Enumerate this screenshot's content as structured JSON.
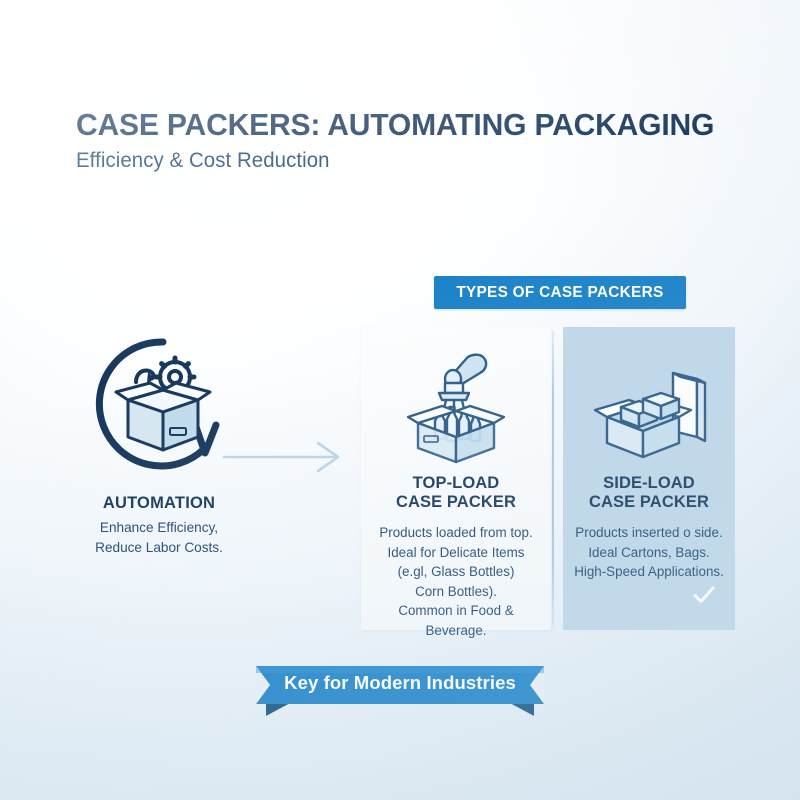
{
  "header": {
    "title": "CASE PACKERS: AUTOMATING PACKAGING",
    "subtitle": "Efficiency & Cost Reduction"
  },
  "types_banner": {
    "label": "TYPES OF CASE PACKERS",
    "color": "#1b82c8"
  },
  "automation": {
    "icon": "box-gear-cycle-icon",
    "label": "AUTOMATION",
    "body_line1": "Enhance Efficiency,",
    "body_line2": "Reduce Labor Costs."
  },
  "flow": {
    "arrow_icon": "right-arrow-icon",
    "arrow_color": "#b8d6ea"
  },
  "cards": [
    {
      "id": "top-load",
      "icon": "robot-arm-bottles-box-icon",
      "heading_line1": "TOP-LOAD",
      "heading_line2": "CASE PACKER",
      "body": [
        "Products loaded from top.",
        "Ideal for Delicate Items",
        "(e.gl, Glass Bottles)",
        "Corn Bottles).",
        "Common in Food & Beverage."
      ],
      "background": "#fdfefe",
      "has_check": false
    },
    {
      "id": "side-load",
      "icon": "side-insert-cartons-box-icon",
      "heading_line1": "SIDE-LOAD",
      "heading_line2": "CASE PACKER",
      "body": [
        "Products inserted o side.",
        "Ideal Cartons, Bags.",
        "High-Speed Applications."
      ],
      "background": "#bfd7e8",
      "has_check": true,
      "check_icon": "checkmark-icon"
    }
  ],
  "footer_ribbon": {
    "label": "Key for Modern Industries",
    "color": "#1b82c8",
    "fold_color": "#14527e"
  },
  "palette": {
    "navy": "#16375c",
    "body_blue": "#1d4770",
    "accent_blue": "#1b82c8",
    "card_blue": "#bfd7e8"
  }
}
